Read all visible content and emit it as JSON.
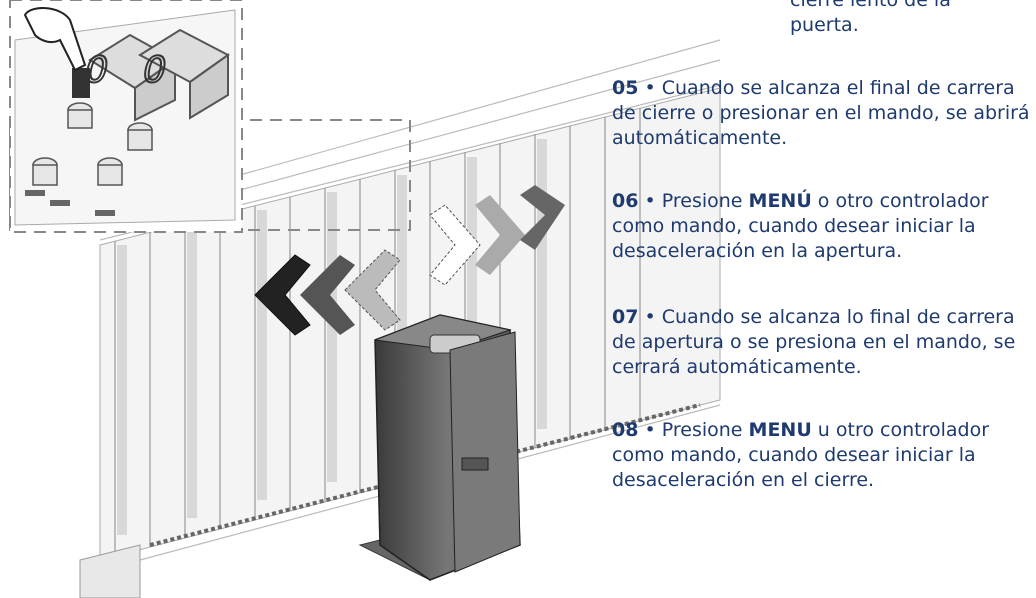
{
  "top_fragment": {
    "line1": "cierre lento de la",
    "line2": "puerta."
  },
  "steps": [
    {
      "num": "05",
      "sep": " • ",
      "pre": "Cuando se alcanza el final de carrera de cierre o presionar en el mando, se abrirá automáticamente.",
      "bold": "",
      "post": ""
    },
    {
      "num": "06",
      "sep": " • ",
      "pre": "Presione ",
      "bold": "MENÚ",
      "post": " o otro controlador como mando, cuando desear iniciar la desaceleración en la apertura."
    },
    {
      "num": "07",
      "sep": " • ",
      "pre": "Cuando se alcanza lo final de carrera de apertura o se presiona en el mando, se cerrará automáticamente.",
      "bold": "",
      "post": ""
    },
    {
      "num": "08",
      "sep": " • ",
      "pre": "Presione ",
      "bold": "MENU",
      "post": " u otro controlador como mando, cuando desear iniciar la desaceleración en el cierre."
    }
  ],
  "colors": {
    "text": "#1e3a6e"
  },
  "icons": [
    "pointing-hand-icon",
    "seven-segment-display-icon",
    "gate-illustration",
    "motor-unit-illustration",
    "arrow-left-icon",
    "arrow-right-icon"
  ]
}
